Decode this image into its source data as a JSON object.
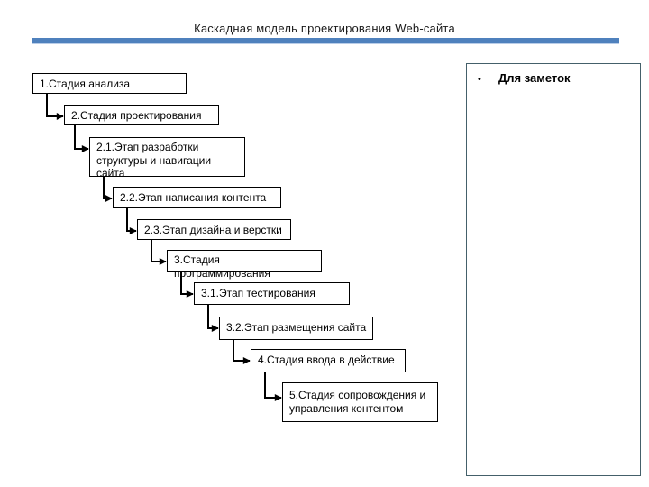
{
  "slide": {
    "title": "Каскадная модель проектирования Web-сайта"
  },
  "diagram": {
    "nodes": [
      {
        "label": "1.Стадия анализа"
      },
      {
        "label": "2.Стадия проектирования"
      },
      {
        "label": "2.1.Этап разработки\nструктуры и навигации\nсайта"
      },
      {
        "label": "2.2.Этап написания контента"
      },
      {
        "label": "2.3.Этап дизайна и верстки"
      },
      {
        "label": "3.Стадия\nпрограммирования"
      },
      {
        "label": "3.1.Этап тестирования"
      },
      {
        "label": "3.2.Этап размещения сайта"
      },
      {
        "label": "4.Стадия ввода в действие"
      },
      {
        "label": "5.Стадия сопровождения  и\nуправления контентом"
      }
    ]
  },
  "notes": {
    "bullet": "•",
    "label": "Для заметок"
  },
  "colors": {
    "accent_bar": "#4f81bd",
    "accent_bar_shadow": "#b9cde8",
    "node_border": "#000000",
    "arrow": "#000000",
    "notes_border": "#44606a",
    "text": "#000000"
  }
}
